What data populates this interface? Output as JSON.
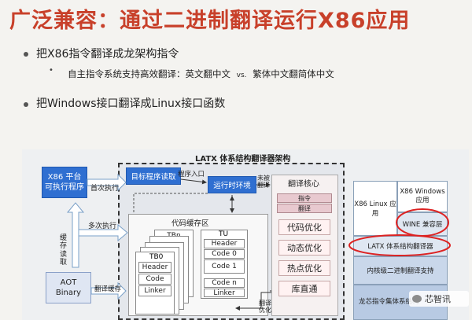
{
  "slide": {
    "title": "广泛兼容：通过二进制翻译运行X86应用",
    "bullets": [
      "把X86指令翻译成龙架构指令",
      "把Windows接口翻译成Linux接口函数"
    ],
    "sub_bullet_prefix": "自主指令系统支持高效翻译：英文翻中文",
    "sub_bullet_vs": "vs.",
    "sub_bullet_suffix": "繁体中文翻简体中文"
  },
  "diagram": {
    "title": "LATX 体系结构翻译器架构",
    "x86_app": "X86 平台\n可执行程序",
    "first_exec": "首次执行",
    "target_read": "目标程序读取",
    "prog_entry": "程序入口",
    "runtime_env": "运行时环境",
    "not_translated": "未被\n翻译",
    "core_title": "翻译核心",
    "core_instr": "指令",
    "core_translate": "翻译",
    "core_items": [
      "代码优化",
      "动态优化",
      "热点优化",
      "库直通"
    ],
    "cache_title": "代码缓存区",
    "multi_exec": "多次执行",
    "cache_read": "缓\n存\n读\n取",
    "tbn": "TBn",
    "tb0": "TB0",
    "tb0_rows": [
      "Header",
      "Code",
      "Linker"
    ],
    "tu": "TU",
    "tu_rows": [
      "Header",
      "Code 0",
      "Code 1",
      "Code n",
      "Linker"
    ],
    "aot": "AOT\nBinary",
    "translate_cache": "翻译缓存",
    "translate_opt": "翻译\n优化",
    "stack": {
      "x86_linux": "X86 Linux 应用",
      "x86_windows": "X86 Windows\n应用",
      "wine": "WINE 兼容层",
      "latx": "LATX 体系结构翻译器",
      "kernel": "内核级二进制翻译支持",
      "bottom": "龙芯指令集体系结构"
    },
    "watermark": "芯智讯"
  }
}
